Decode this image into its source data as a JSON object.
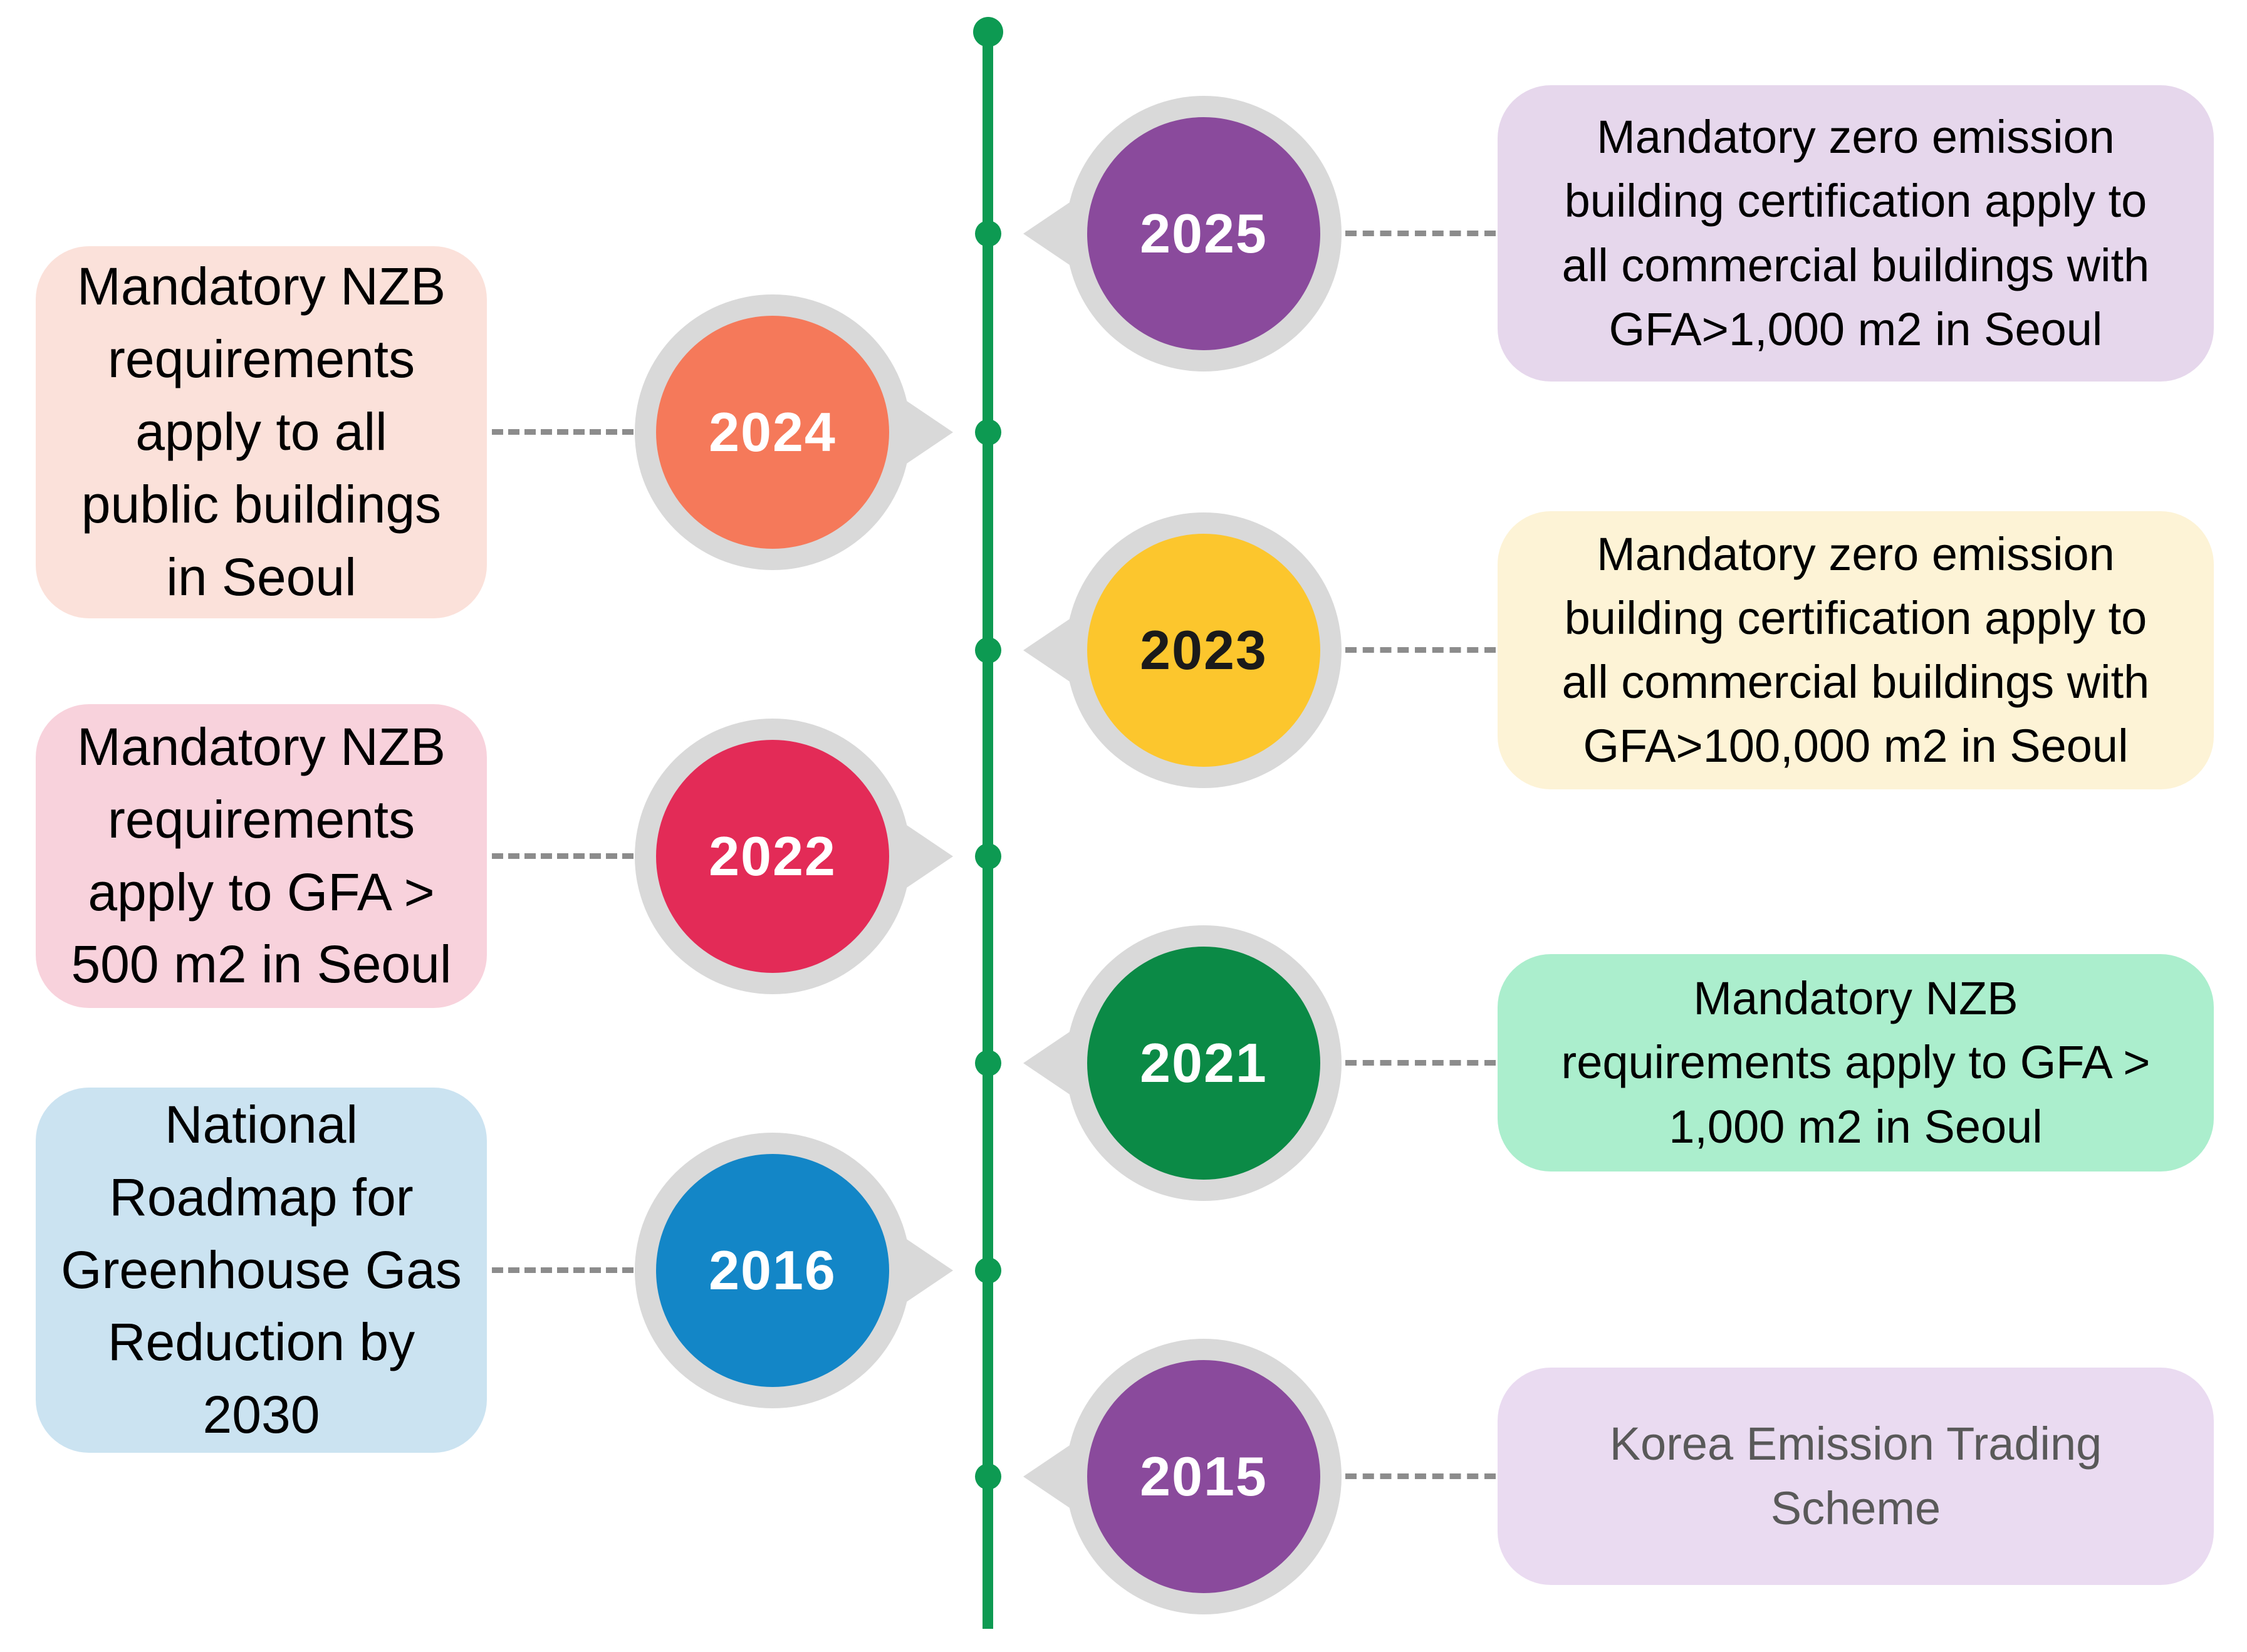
{
  "timeline": {
    "line_color": "#0d9a52",
    "ring_color": "#d9d9d9",
    "connector_color": "#8c8c8c",
    "background": "#ffffff"
  },
  "events": [
    {
      "year": "2025",
      "side": "right",
      "circle_color": "#8a4a9c",
      "year_text_color": "#ffffff",
      "box_color": "#e6d7ec",
      "box_text_color": "#000000",
      "description": "Mandatory zero emission\nbuilding certification apply to\nall commercial buildings with\nGFA>1,000 m2 in Seoul"
    },
    {
      "year": "2024",
      "side": "left",
      "circle_color": "#f5795a",
      "year_text_color": "#ffffff",
      "box_color": "#fbe1da",
      "box_text_color": "#000000",
      "description": "Mandatory NZB\nrequirements\napply to all\npublic buildings\nin Seoul"
    },
    {
      "year": "2023",
      "side": "right",
      "circle_color": "#fcc62d",
      "year_text_color": "#1a1a1a",
      "box_color": "#fdf3d6",
      "box_text_color": "#000000",
      "description": "Mandatory zero emission\nbuilding certification apply to\nall commercial buildings with\nGFA>100,000 m2 in Seoul"
    },
    {
      "year": "2022",
      "side": "left",
      "circle_color": "#e32b57",
      "year_text_color": "#ffffff",
      "box_color": "#f8d2dc",
      "box_text_color": "#000000",
      "description": "Mandatory NZB\nrequirements\napply to GFA >\n500 m2 in Seoul"
    },
    {
      "year": "2021",
      "side": "right",
      "circle_color": "#0b8a46",
      "year_text_color": "#ffffff",
      "box_color": "#abeecd",
      "box_text_color": "#000000",
      "description": "Mandatory NZB\nrequirements apply to GFA >\n1,000 m2 in Seoul"
    },
    {
      "year": "2016",
      "side": "left",
      "circle_color": "#1386c7",
      "year_text_color": "#ffffff",
      "box_color": "#cbe3f1",
      "box_text_color": "#000000",
      "description": "National\nRoadmap for\nGreenhouse Gas\nReduction by\n2030"
    },
    {
      "year": "2015",
      "side": "right",
      "circle_color": "#8a4a9c",
      "year_text_color": "#ffffff",
      "box_color": "#eadbf1",
      "box_text_color": "#595959",
      "description": "Korea Emission Trading\nScheme"
    }
  ]
}
